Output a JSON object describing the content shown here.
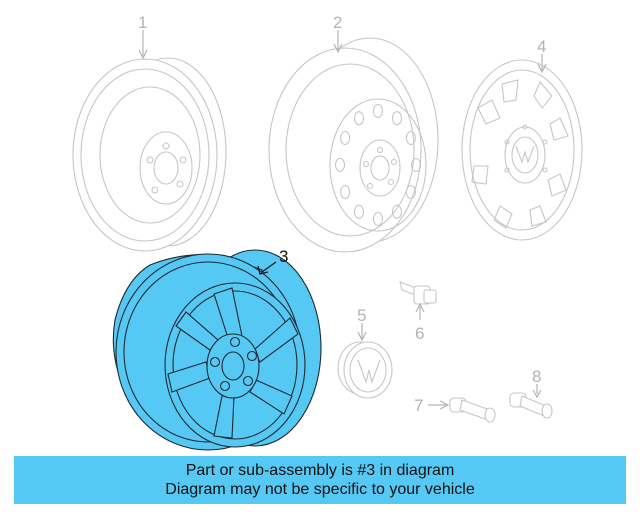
{
  "callouts": [
    {
      "number": "1",
      "highlighted": false
    },
    {
      "number": "2",
      "highlighted": false
    },
    {
      "number": "3",
      "highlighted": true
    },
    {
      "number": "4",
      "highlighted": false
    },
    {
      "number": "5",
      "highlighted": false
    },
    {
      "number": "6",
      "highlighted": false
    },
    {
      "number": "7",
      "highlighted": false
    },
    {
      "number": "8",
      "highlighted": false
    }
  ],
  "banner": {
    "line1": "Part or sub-assembly is #3 in diagram",
    "line2": "Diagram may not be specific to your vehicle"
  },
  "colors": {
    "highlight": "#55c8f4",
    "ghost_stroke": "#c6c6c6",
    "outline": "#1f2a33"
  }
}
